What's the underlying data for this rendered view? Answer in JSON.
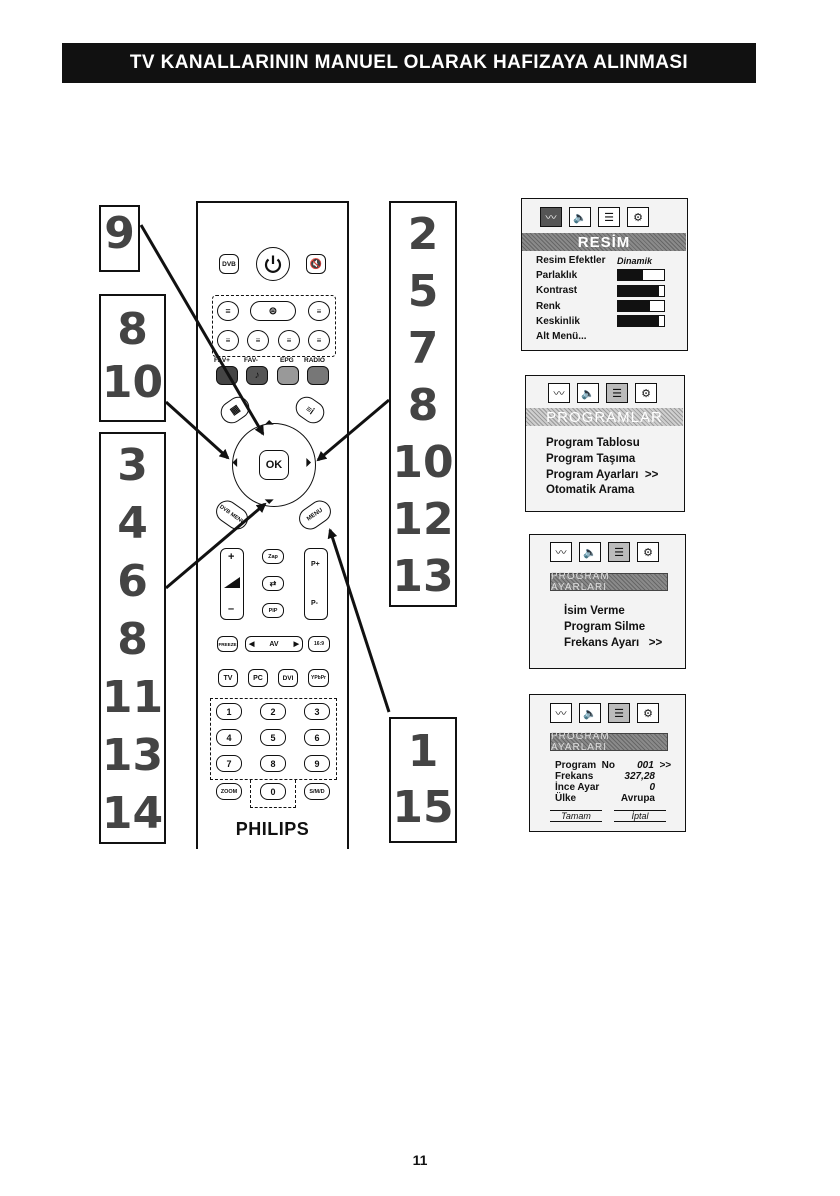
{
  "page": {
    "title": "TV KANALLARININ MANUEL OLARAK HAFIZAYA ALINMASI",
    "page_number": "11"
  },
  "step_boxes": {
    "left_top": [
      "9"
    ],
    "left_mid": [
      "8",
      "10"
    ],
    "left_bottom": [
      "3",
      "4",
      "6",
      "8",
      "11",
      "13",
      "14"
    ],
    "right_top": [
      "2",
      "5",
      "7",
      "8",
      "10",
      "12",
      "13"
    ],
    "right_bottom": [
      "1",
      "15"
    ]
  },
  "remote": {
    "brand": "PHILIPS",
    "dvb": "DVB",
    "labels": {
      "fav_plus": "FAV+",
      "fav_minus": "FAV-",
      "epg": "EPG",
      "radio": "RADIO"
    },
    "ok": "OK",
    "dvb_menu": "DVB MENU",
    "menu": "MENU",
    "zap": "Zap",
    "pip": "PIP",
    "p_plus": "P+",
    "p_minus": "P-",
    "vol_plus": "+",
    "vol_minus": "–",
    "freeze": "FREEZE",
    "av": "AV",
    "ratio": "16:9",
    "sources": [
      "TV",
      "PC",
      "DVI",
      "YPbPr"
    ],
    "digits": [
      "1",
      "2",
      "3",
      "4",
      "5",
      "6",
      "7",
      "8",
      "9"
    ],
    "zoom": "ZOOM",
    "zero": "0",
    "smd": "S/M/D"
  },
  "menus": {
    "resim": {
      "header": "RESİM",
      "rows": [
        {
          "label": "Resim Efektler",
          "value": "Dinamik"
        },
        {
          "label": "Parlaklık",
          "level": 0.55
        },
        {
          "label": "Kontrast",
          "level": 0.9
        },
        {
          "label": "Renk",
          "level": 0.7
        },
        {
          "label": "Keskinlik",
          "level": 0.9
        },
        {
          "label": "Alt Menü..."
        }
      ]
    },
    "programlar": {
      "header": "PROGRAMLAR",
      "items": [
        "Program Tablosu",
        "Program Taşıma",
        "Program Ayarları  >>",
        "Otomatik Arama"
      ]
    },
    "program_ayarlari": {
      "header": "PROGRAM AYARLARI",
      "items": [
        "İsim Verme",
        "Program Silme",
        "Frekans Ayarı   >>"
      ]
    },
    "program_ayarlari_detail": {
      "header": "PROGRAM AYARLARI",
      "rows": [
        {
          "label": "Program  No",
          "value": "001  >>"
        },
        {
          "label": "Frekans",
          "value": "327,28"
        },
        {
          "label": "İnce Ayar",
          "value": "0"
        },
        {
          "label": "Ülke",
          "value": "Avrupa"
        }
      ],
      "ok": "Tamam",
      "cancel": "İptal"
    }
  }
}
